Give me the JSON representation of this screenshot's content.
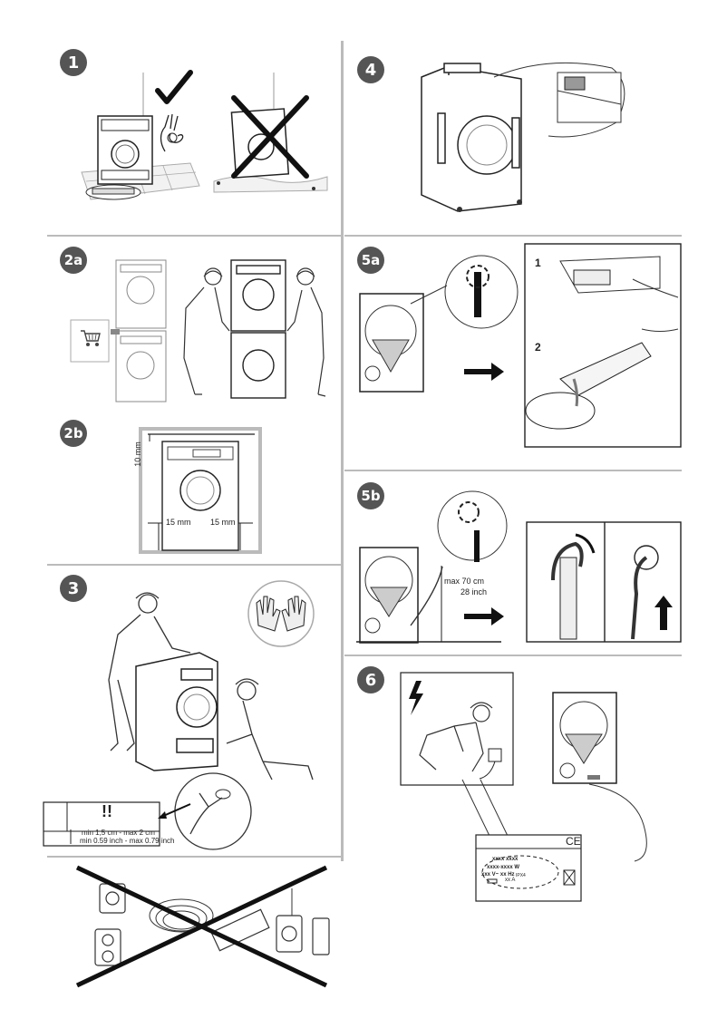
{
  "steps": {
    "s1": "1",
    "s2a": "2a",
    "s2b": "2b",
    "s3": "3",
    "s4": "4",
    "s5a": "5a",
    "s5b": "5b",
    "s6": "6"
  },
  "clearance": {
    "top": "10 mm",
    "left": "15 mm",
    "right": "15 mm"
  },
  "feet": {
    "warning": "!!",
    "metric": "min 1,5 cm - max 2 cm",
    "imperial": "min 0.59 inch - max 0.79 inch"
  },
  "drain": {
    "step1": "1",
    "step2": "2",
    "max_cm": "max  70 cm",
    "max_inch": "28 inch"
  },
  "rating_label": {
    "ce": "CE",
    "line1": "xxxx xxxx",
    "line2": "xxxx-xxxx W",
    "line3": "xxx V~ xx Hz",
    "ipx": "IPX4",
    "amps": "xx A"
  },
  "icons": [
    "check-icon",
    "cross-icon",
    "cart-icon",
    "lightning-icon",
    "arrow-right-icon",
    "arrow-up-icon",
    "gloves-icon"
  ]
}
